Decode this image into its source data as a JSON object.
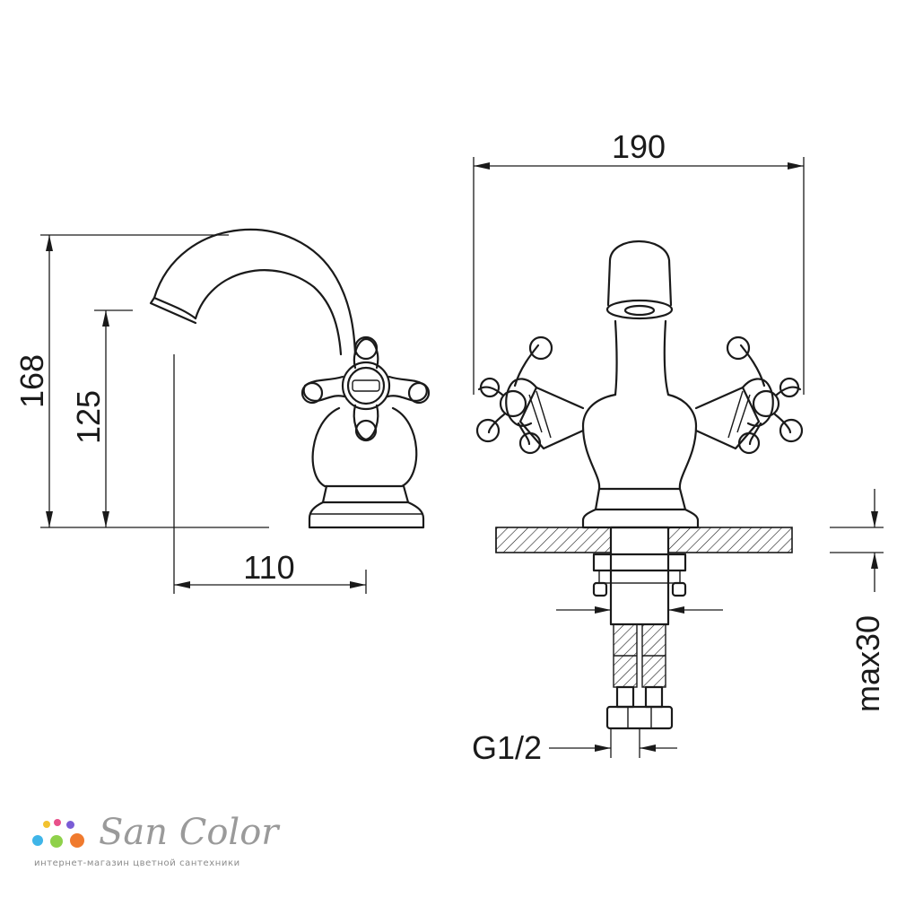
{
  "drawing": {
    "dimensions": {
      "width": "190",
      "height_total": "168",
      "height_spout": "125",
      "reach": "110",
      "max_thickness": "max30",
      "thread": "G1/2"
    }
  },
  "logo": {
    "name": "San Color",
    "tagline": "интернет-магазин цветной сантехники",
    "dot_colors": [
      "#f2c230",
      "#e8508a",
      "#7a5cd6",
      "#3fb5e8",
      "#8fd14a",
      "#f07a2e"
    ]
  }
}
